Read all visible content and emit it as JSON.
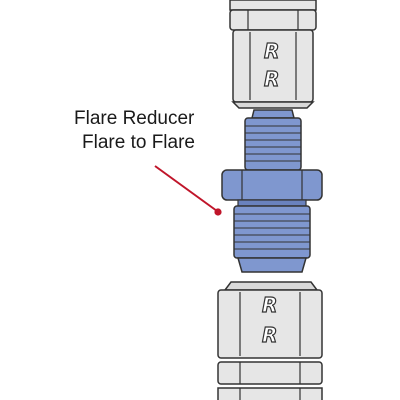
{
  "callout": {
    "line1": "Flare Reducer",
    "line2": "Flare to Flare"
  },
  "logo": {
    "mark": "R"
  },
  "colors": {
    "silver_fill": "#e6e6e6",
    "silver_shade": "#cfcfcf",
    "silver_highlight": "#f4f4f4",
    "blue_fill": "#7f97cf",
    "blue_shade": "#6a82bd",
    "blue_highlight": "#9fb3de",
    "outline": "#333333",
    "leader": "#c0152a"
  }
}
